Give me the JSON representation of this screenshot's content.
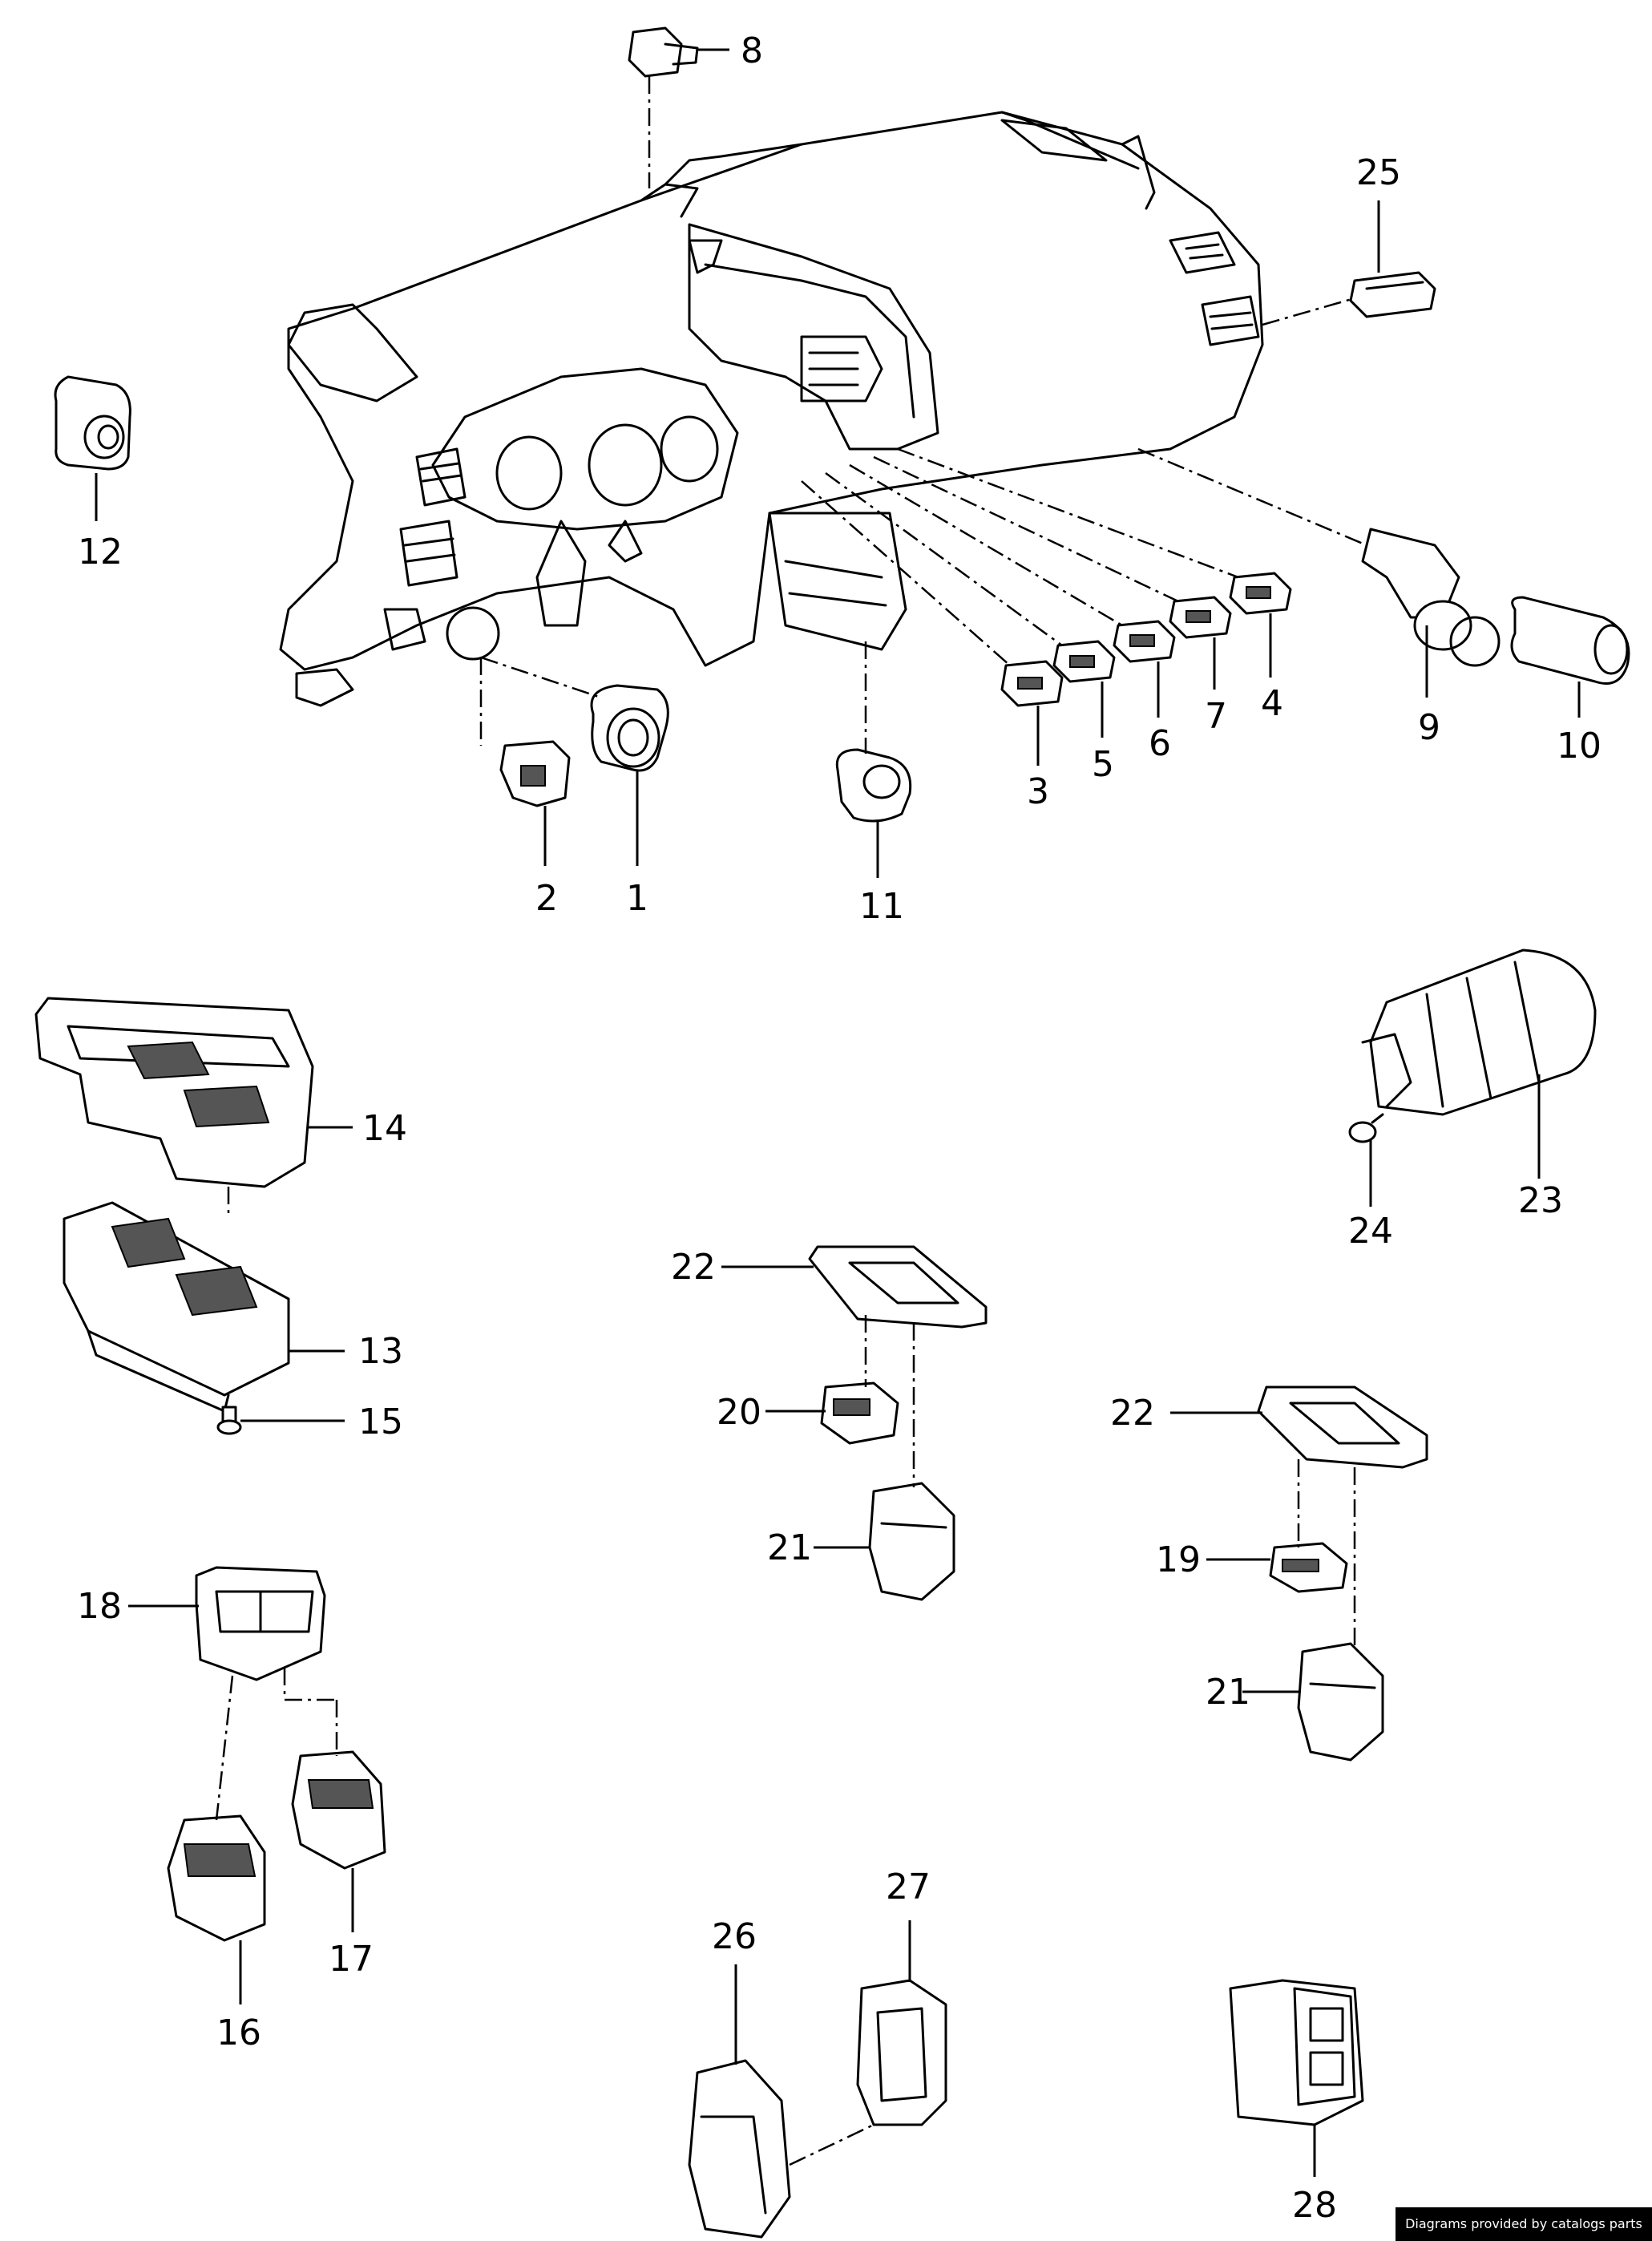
{
  "diagram": {
    "credit": "Diagrams provided by catalogs parts",
    "callouts": [
      "1",
      "2",
      "3",
      "4",
      "5",
      "6",
      "7",
      "8",
      "9",
      "10",
      "11",
      "12",
      "13",
      "14",
      "15",
      "16",
      "17",
      "18",
      "19",
      "20",
      "21",
      "22",
      "22",
      "21",
      "23",
      "24",
      "25",
      "26",
      "27",
      "28"
    ]
  }
}
